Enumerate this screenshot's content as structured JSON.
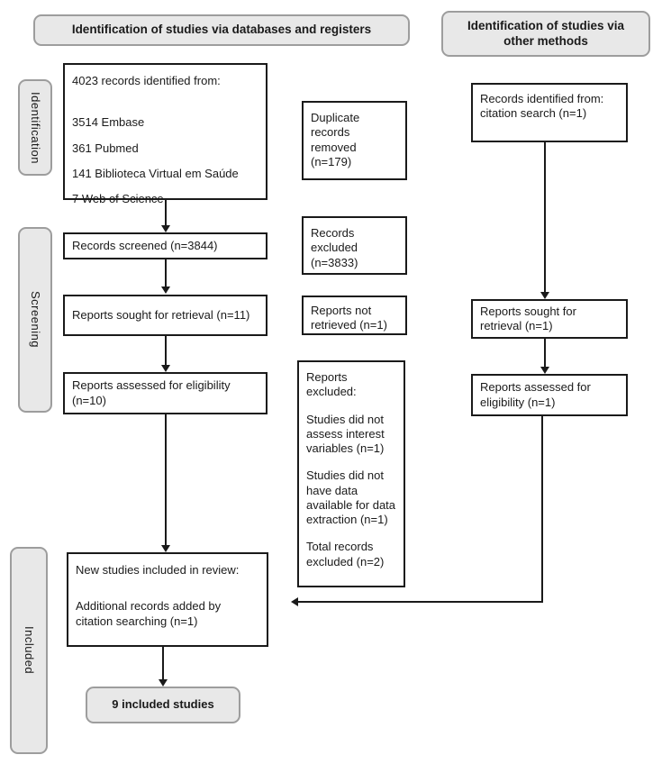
{
  "headers": {
    "databases": "Identification of studies via databases and registers",
    "other": "Identification of studies via other methods"
  },
  "sidebar": {
    "identification": "Identification",
    "screening": "Screening",
    "included": "Included"
  },
  "boxes": {
    "records_identified": {
      "title": "4023 records identified from:",
      "items": [
        "3514 Embase",
        "361 Pubmed",
        "141 Biblioteca Virtual em Saúde",
        "7 Web of Science"
      ]
    },
    "duplicates_removed": "Duplicate records removed (n=179)",
    "citation_search": "Records identified from: citation search (n=1)",
    "records_screened": "Records screened (n=3844)",
    "records_excluded": "Records excluded (n=3833)",
    "reports_sought": "Reports sought for retrieval (n=11)",
    "reports_not_retrieved": "Reports not retrieved (n=1)",
    "reports_sought_other": "Reports sought for retrieval (n=1)",
    "reports_assessed": "Reports assessed for eligibility (n=10)",
    "reports_excluded": {
      "title": "Reports excluded:",
      "items": [
        "Studies did not assess interest variables (n=1)",
        "Studies did not have data available for data extraction (n=1)",
        "Total records excluded (n=2)"
      ]
    },
    "reports_assessed_other": "Reports assessed for eligibility (n=1)",
    "new_studies": {
      "title": "New studies included in review:",
      "items": [
        "Additional records added by citation searching (n=1)"
      ]
    },
    "included_studies": "9 included studies"
  },
  "colors": {
    "box_fill": "#e8e8e8",
    "box_border": "#9d9d9d",
    "line": "#1a1a1a"
  }
}
